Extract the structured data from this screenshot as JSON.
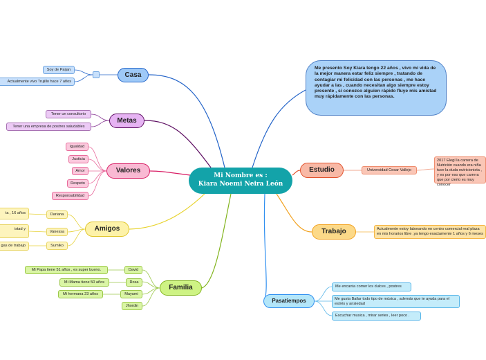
{
  "central": {
    "line1": "Mi Nombre es :",
    "line2": "Kiara Noemi Neira León"
  },
  "bio": "Me presento Soy Kiara tengo 22 años , vivo mi vida de la mejor manera estar feliz siempre , tratando de contagiar mi felicidad con las personas , me hace ayudar a las , cuando necesitan algo siempre estoy presente , si conozco alguien rápido fluye mis amistad muy rápidamente con las personas.",
  "casa": {
    "label": "Casa",
    "items": [
      "Soy de Paijan",
      "Actualmente vivo Trujillo hace 7 años"
    ]
  },
  "metas": {
    "label": "Metas",
    "items": [
      "Tener un consultorio",
      "Tener una empresa de postres saludables"
    ]
  },
  "valores": {
    "label": "Valores",
    "items": [
      "Igualdad",
      "Justicia",
      "Amor",
      "Respeto",
      "Responsabilidad"
    ]
  },
  "amigos": {
    "label": "Amigos",
    "names": [
      "Dariana",
      "Vanessa",
      "Sumiko"
    ],
    "details": [
      "ta , 16 años",
      "istad y",
      "gas de trabajo"
    ]
  },
  "familia": {
    "label": "Familia",
    "names": [
      "David",
      "Rosa",
      "Mayumi",
      "Jhordin"
    ],
    "details": [
      "Mi Papa tiene 51 años , es super bueno.",
      "Mi Mama tiene 50 años",
      "Mi hermana 23 años"
    ]
  },
  "estudio": {
    "label": "Estudio",
    "university": "Universidad Cesar Vallejo",
    "detail": "2017 Elegí la carrera de Nutrición cuando era niña tuve la duda nutricionista , y es por eso que carrera que por cierto es muy conocer"
  },
  "trabajo": {
    "label": "Trabajo",
    "detail": "Actualmente estoy laborando en centro comercial real plaza en mis horarios libre ,ya tengo exactamente 1 años y 6 meses"
  },
  "pasatiempos": {
    "label": "Pasatiempos",
    "items": [
      "Me encanta comer los dulces , postres",
      "Me gusta Bailar todo tipo de música , además que te ayuda para el estrés y ansiedad",
      "Escuchar musica , mirar series , leer poco ."
    ]
  },
  "colors": {
    "central": "#13a3a9",
    "bio": "#aad2f8",
    "casa": "#9ec9f7",
    "metas": "#e6b3f3",
    "valores": "#f9b9d3",
    "amigos": "#fdf2a9",
    "familia": "#cef384",
    "estudio": "#f8b9a6",
    "trabajo": "#fcd988",
    "pasatiempos": "#b3e6f9"
  }
}
